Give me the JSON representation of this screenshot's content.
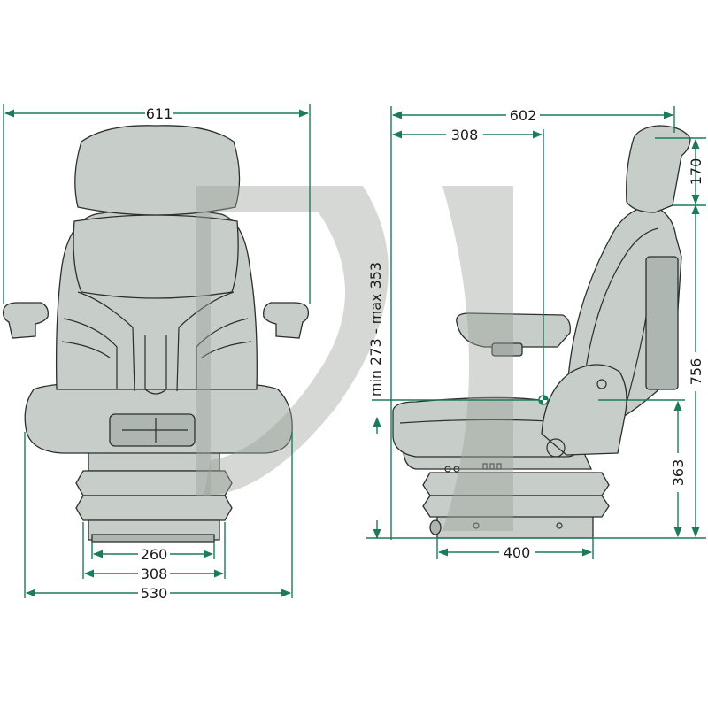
{
  "front_view": {
    "overall_width": "611",
    "bellows_inner": "260",
    "bellows_outer": "308",
    "base_width": "530"
  },
  "side_view": {
    "overall_depth": "602",
    "backrest_offset": "308",
    "headrest_height": "170",
    "suspension_travel": "min 273 - max 353",
    "overall_height": "756",
    "seat_height": "363",
    "base_depth": "400"
  },
  "colors": {
    "dimension_line": "#1d7a5c",
    "seat_fill": "#c7cec9",
    "outline": "#2b2f2d"
  }
}
